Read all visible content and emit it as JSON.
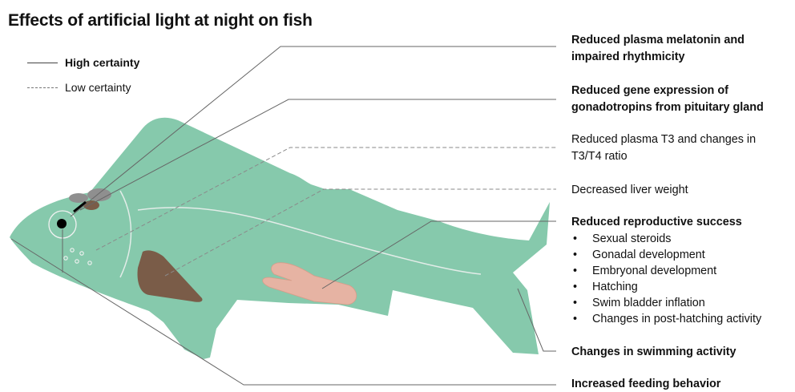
{
  "title": "Effects of artificial light at night on fish",
  "legend": {
    "high": "High certainty",
    "low": "Low certainty"
  },
  "labels": {
    "melatonin_line1": "Reduced plasma melatonin and",
    "melatonin_line2": "impaired rhythmicity",
    "gonado_line1": "Reduced gene expression of",
    "gonado_line2": "gonadotropins from pituitary gland",
    "t3_line1": "Reduced plasma T3 and changes in",
    "t3_line2": "T3/T4 ratio",
    "liver": "Decreased liver weight",
    "repro": "Reduced reproductive success",
    "swimming": "Changes in swimming activity",
    "feeding": "Increased feeding behavior"
  },
  "repro_items": [
    "Sexual steroids",
    "Gonadal development",
    "Embryonal development",
    "Hatching",
    "Swim bladder inflation",
    "Changes in post-hatching activity"
  ],
  "colors": {
    "fish_body": "#86c9ac",
    "liver": "#7a5c48",
    "gonad": "#e6b3a3",
    "brain": "#8f8f8f",
    "solid_line": "#555555",
    "dashed_line": "#8a8a8a"
  }
}
